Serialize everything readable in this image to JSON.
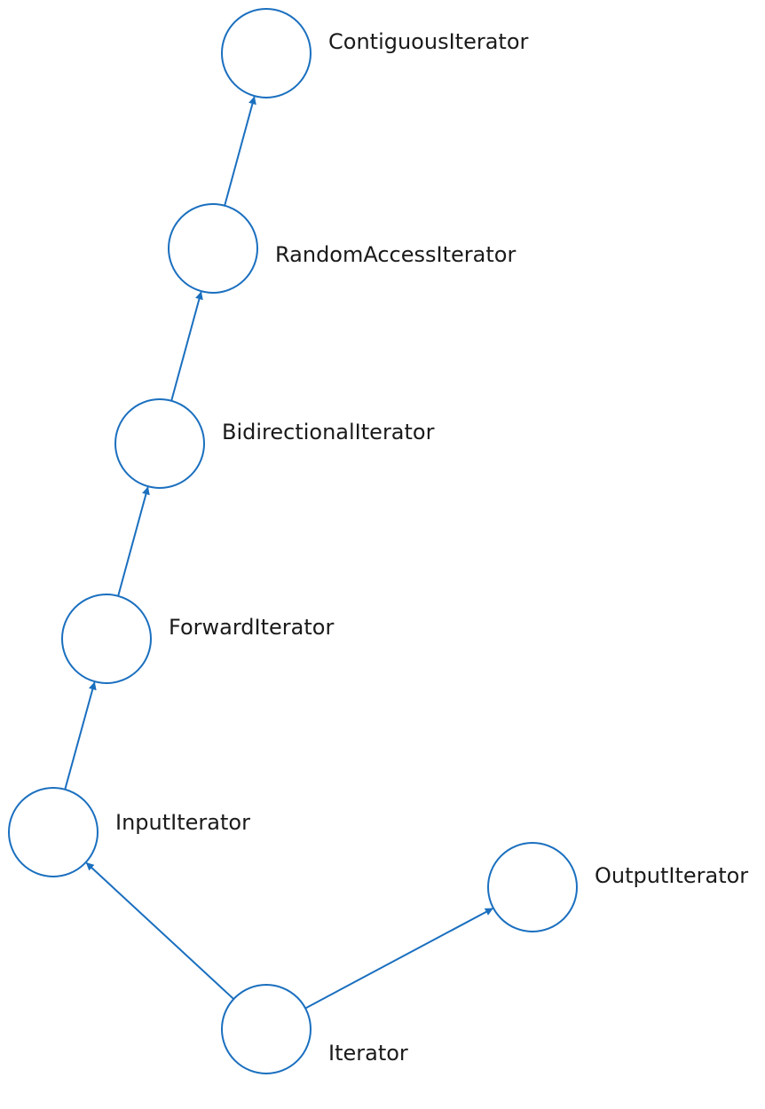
{
  "colors": {
    "node_stroke": "#1a6fbf",
    "edge": "#1a6fbf",
    "arrowhead": "#1a6fbf",
    "label": "#1a1a1a"
  },
  "nodes": [
    {
      "id": "contiguous",
      "label": "ContiguousIterator"
    },
    {
      "id": "random",
      "label": "RandomAccessIterator"
    },
    {
      "id": "bidirectional",
      "label": "BidirectionalIterator"
    },
    {
      "id": "forward",
      "label": "ForwardIterator"
    },
    {
      "id": "input",
      "label": "InputIterator"
    },
    {
      "id": "output",
      "label": "OutputIterator"
    },
    {
      "id": "iterator",
      "label": "Iterator"
    }
  ],
  "edges": [
    {
      "from": "iterator",
      "to": "input"
    },
    {
      "from": "iterator",
      "to": "output"
    },
    {
      "from": "input",
      "to": "forward"
    },
    {
      "from": "forward",
      "to": "bidirectional"
    },
    {
      "from": "bidirectional",
      "to": "random"
    },
    {
      "from": "random",
      "to": "contiguous"
    }
  ]
}
